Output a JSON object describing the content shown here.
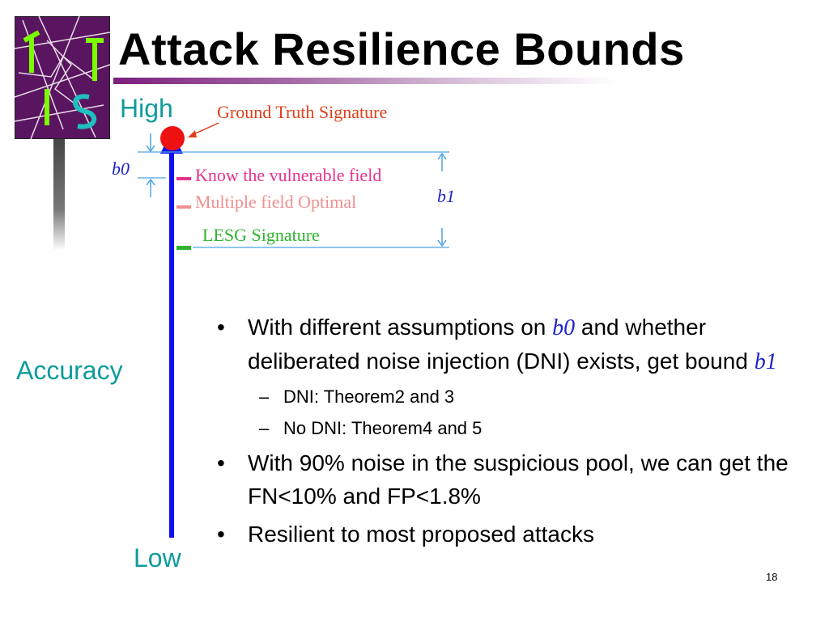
{
  "slide": {
    "title": "Attack Resilience Bounds",
    "page_number": "18"
  },
  "diagram": {
    "axis_label": "Accuracy",
    "high_label": "High",
    "low_label": "Low",
    "ground_truth_label": "Ground Truth Signature",
    "know_field_label": "Know the vulnerable field",
    "multiple_field_label": "Multiple field Optimal",
    "lesg_label": "LESG Signature",
    "b0_label": "b0",
    "b1_label": "b1",
    "colors": {
      "axis": "#1010ee",
      "ground_truth": "#ee1111",
      "know_field": "#e6338c",
      "multiple_field": "#f09090",
      "lesg": "#2db52d",
      "bound_lines": "#4aa3e6"
    }
  },
  "bullets": {
    "item1_pre": "With different assumptions on ",
    "item1_b0": "b0",
    "item1_mid": " and whether deliberated noise injection (DNI) exists, get bound ",
    "item1_b1": "b1",
    "sub1": "DNI: Theorem2 and 3",
    "sub2": "No DNI: Theorem4 and 5",
    "item2": "With 90% noise in the suspicious pool, we can get the FN<10% and FP<1.8%",
    "item3": "Resilient to most proposed attacks"
  }
}
